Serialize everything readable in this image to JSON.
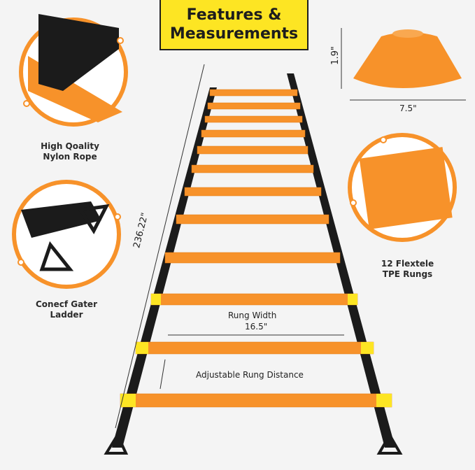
{
  "title": {
    "line1": "Features &",
    "line2": "Measurements"
  },
  "features": {
    "rope": {
      "line1": "High Qoality",
      "line2": "Nylon Rope"
    },
    "ladder": {
      "line1": "Conecf Gater",
      "line2": "Ladder"
    },
    "rungs": {
      "line1": "12 Flextele",
      "line2": "TPE Rungs"
    }
  },
  "cone": {
    "height": "1.9\"",
    "width": "7.5\""
  },
  "ladder": {
    "length": "236.22\"",
    "rung_width_label": "Rung Width",
    "rung_width_value": "16.5\"",
    "rung_distance_label": "Adjustable Rung Distance"
  },
  "colors": {
    "accent": "#f7922a",
    "yellow": "#fde523",
    "strap": "#1b1b1b"
  }
}
